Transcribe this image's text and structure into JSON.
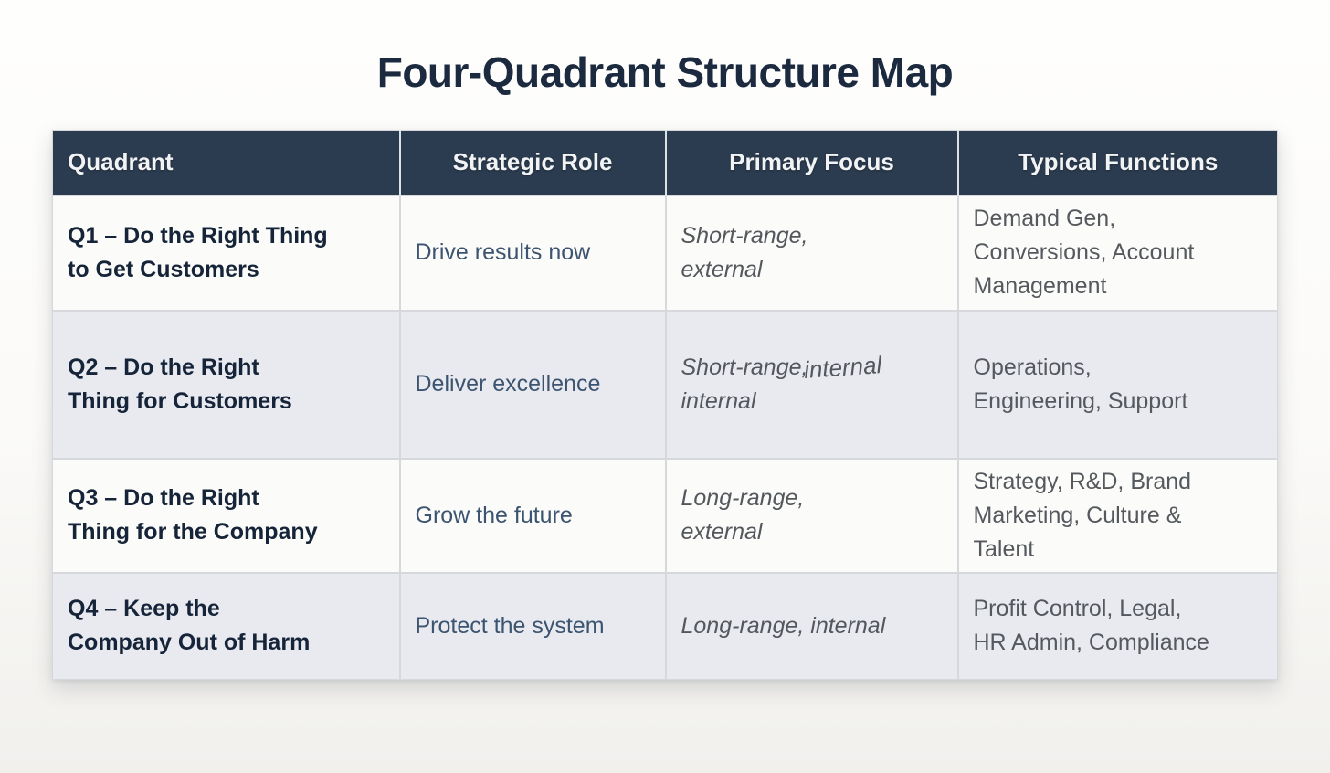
{
  "title": "Four-Quadrant Structure Map",
  "table": {
    "headers": [
      "Quadrant",
      "Strategic Role",
      "Primary Focus",
      "Typical Functions"
    ],
    "rows": [
      {
        "quadrant": "Q1 – Do the Right Thing\nto Get Customers",
        "role": "Drive results now",
        "focus": "Short-range,\nexternal",
        "functions": "Demand Gen,\nConversions, Account\nManagement"
      },
      {
        "quadrant": "Q2 – Do the Right\nThing for Customers",
        "role": "Deliver excellence",
        "focus": "Short-range,\ninternal",
        "focus_artifact": "internal",
        "functions": "Operations,\nEngineering, Support"
      },
      {
        "quadrant": "Q3 – Do the Right\nThing for the Company",
        "role": "Grow the future",
        "focus": "Long-range,\nexternal",
        "functions": "Strategy, R&D, Brand\nMarketing, Culture &\nTalent"
      },
      {
        "quadrant": "Q4 – Keep the\nCompany Out of Harm",
        "role": "Protect the system",
        "focus": "Long-range, internal",
        "functions": "Profit Control, Legal,\nHR Admin, Compliance"
      }
    ]
  },
  "chart_data": {
    "type": "table",
    "title": "Four-Quadrant Structure Map",
    "columns": [
      "Quadrant",
      "Strategic Role",
      "Primary Focus",
      "Typical Functions"
    ],
    "rows": [
      [
        "Q1 – Do the Right Thing to Get Customers",
        "Drive results now",
        "Short-range, external",
        "Demand Gen, Conversions, Account Management"
      ],
      [
        "Q2 – Do the Right Thing for Customers",
        "Deliver excellence",
        "Short-range, internal",
        "Operations, Engineering, Support"
      ],
      [
        "Q3 – Do the Right Thing for the Company",
        "Grow the future",
        "Long-range, external",
        "Strategy, R&D, Brand Marketing, Culture & Talent"
      ],
      [
        "Q4 – Keep the Company Out of Harm",
        "Protect the system",
        "Long-range, internal",
        "Profit Control, Legal, HR Admin, Compliance"
      ]
    ],
    "layout_hints": {
      "header_background": "#2c3c50",
      "header_text_color": "#f1f3f5",
      "row_odd_background": "#fbfbf9",
      "row_even_background": "#e8eaf0",
      "quadrant_text_color": "#162439",
      "role_text_color": "#3c5470",
      "focus_text_color": "#54585d",
      "functions_text_color": "#55595e",
      "title_color": "#1c2a40",
      "grid_line_color": "#d6d8db",
      "focus_column_style": "italic",
      "artifact_note": "duplicated word 'internal' floats at right of Q2 Primary Focus cell"
    }
  }
}
